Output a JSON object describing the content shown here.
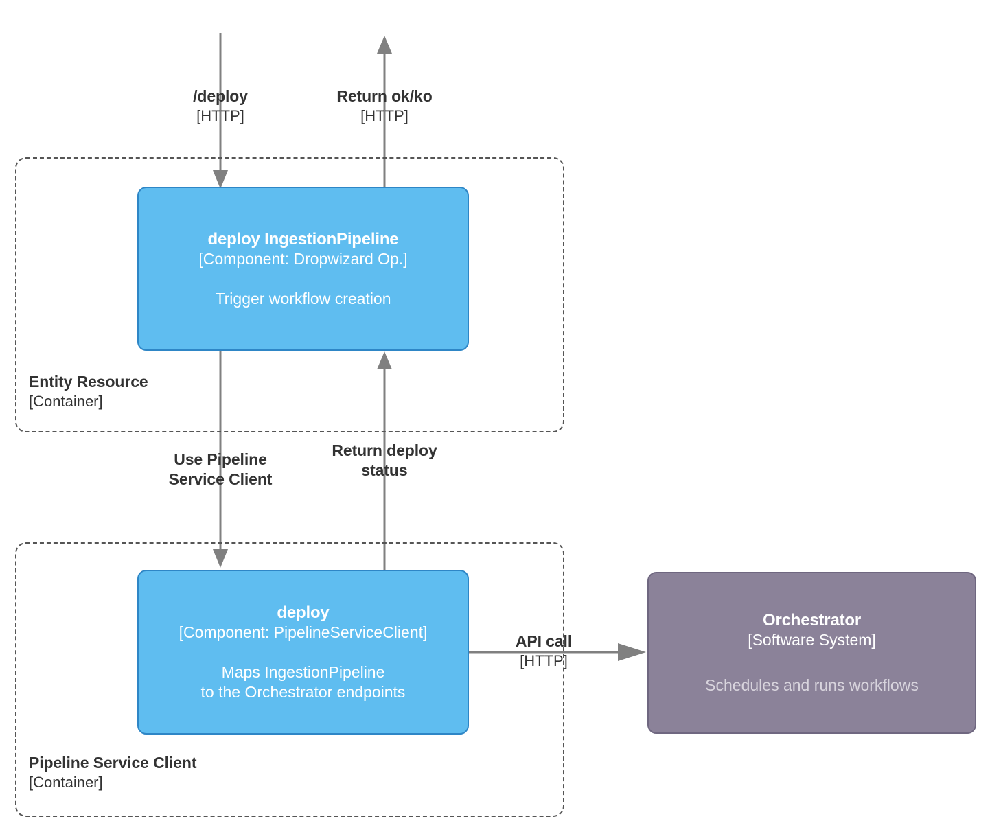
{
  "diagram": {
    "type": "c4-component-diagram",
    "colors": {
      "component_fill": "#5FBDF0",
      "component_border": "#2E86C6",
      "system_fill": "#8B8299",
      "system_border": "#6F6780",
      "boundary_stroke": "#555555",
      "arrow_stroke": "#808080",
      "text": "#333333"
    }
  },
  "boundaries": [
    {
      "id": "entity-resource",
      "title": "Entity Resource",
      "subtitle": "[Container]"
    },
    {
      "id": "pipeline-service-client",
      "title": "Pipeline Service Client",
      "subtitle": "[Container]"
    }
  ],
  "nodes": [
    {
      "id": "deploy-ingestion-pipeline",
      "title": "deploy IngestionPipeline",
      "technology": "[Component: Dropwizard Op.]",
      "description": "Trigger workflow creation",
      "kind": "component"
    },
    {
      "id": "deploy",
      "title": "deploy",
      "technology": "[Component: PipelineServiceClient]",
      "description_line1": "Maps IngestionPipeline",
      "description_line2": "to the Orchestrator endpoints",
      "kind": "component"
    },
    {
      "id": "orchestrator",
      "title": "Orchestrator",
      "technology": "[Software System]",
      "description": "Schedules and runs workflows",
      "kind": "software-system"
    }
  ],
  "edges": [
    {
      "id": "deploy-request",
      "label": "/deploy",
      "technology": "[HTTP]",
      "direction": "down"
    },
    {
      "id": "return-ok-ko",
      "label": "Return ok/ko",
      "technology": "[HTTP]",
      "direction": "up"
    },
    {
      "id": "use-pipeline-service-client",
      "label_line1": "Use Pipeline",
      "label_line2": "Service Client",
      "direction": "down"
    },
    {
      "id": "return-deploy-status",
      "label_line1": "Return deploy",
      "label_line2": "status",
      "direction": "up"
    },
    {
      "id": "api-call",
      "label": "API call",
      "technology": "[HTTP]",
      "direction": "right"
    }
  ]
}
